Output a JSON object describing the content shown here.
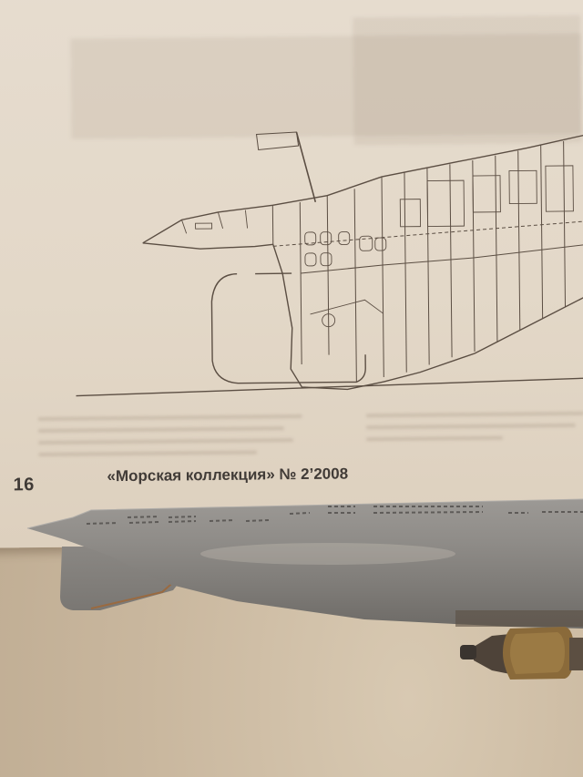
{
  "page": {
    "number": "16",
    "caption": "«Морская коллекция» № 2’2008"
  },
  "scene": {
    "drawing": "technical cross-section of submarine bow with flag on mast",
    "model": "grey plastic submarine hull model",
    "fitting": "brass clamp / pin vise fitting"
  },
  "colors": {
    "paper": "#e3d8c8",
    "ink": "#5b4e43",
    "caption_text": "#413b37",
    "model_grey": "#8d8a86",
    "brass": "#8a6a3a",
    "table": "#c9b79e"
  }
}
